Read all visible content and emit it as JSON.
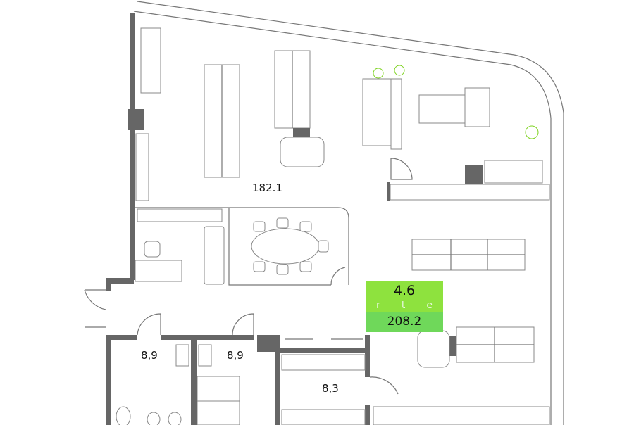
{
  "rooms": [
    {
      "id": "open-office",
      "area": "182.1"
    },
    {
      "id": "bathroom-1",
      "area": "8,9"
    },
    {
      "id": "bathroom-2",
      "area": "8,9"
    },
    {
      "id": "storage",
      "area": "8,3"
    }
  ],
  "highlight": {
    "value": "4.6",
    "area": "208.2",
    "letters": [
      "r",
      "t",
      "e"
    ],
    "color_top": "#8ee23e",
    "color_bottom": "#6fd85a"
  },
  "colors": {
    "wall": "#666666",
    "plant": "#7ed321"
  }
}
